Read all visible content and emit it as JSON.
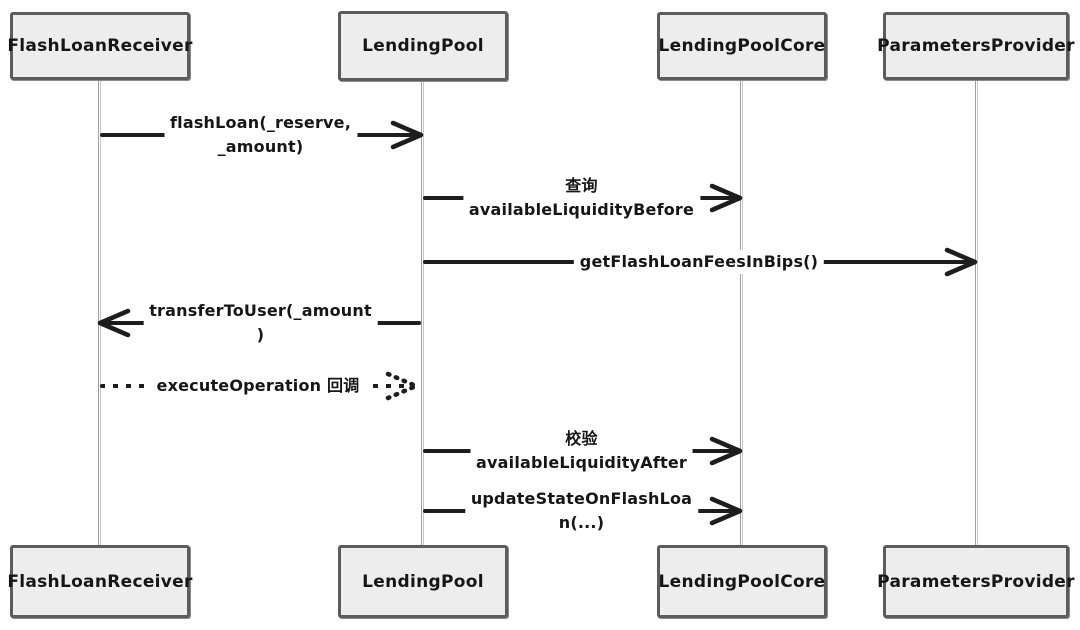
{
  "diagram_type": "uml-sequence",
  "colors": {
    "background": "#ffffff",
    "box_fill": "#ededed",
    "box_border": "#5c5c5c",
    "line": "#1d1d1d",
    "lifeline": "#9f9f9f"
  },
  "participants": [
    {
      "label": "FlashLoanReceiver"
    },
    {
      "label": "LendingPool"
    },
    {
      "label": "LendingPoolCore"
    },
    {
      "label": "ParametersProvider"
    }
  ],
  "messages": [
    {
      "from": "FlashLoanReceiver",
      "to": "LendingPool",
      "style": "solid",
      "direction": "right",
      "lines": [
        "flashLoan(_reserve,",
        "_amount)"
      ]
    },
    {
      "from": "LendingPool",
      "to": "LendingPoolCore",
      "style": "solid",
      "direction": "right",
      "lines": [
        "查询",
        "availableLiquidityBefore"
      ]
    },
    {
      "from": "LendingPool",
      "to": "ParametersProvider",
      "style": "solid",
      "direction": "right",
      "lines": [
        "getFlashLoanFeesInBips()"
      ]
    },
    {
      "from": "LendingPool",
      "to": "FlashLoanReceiver",
      "style": "solid",
      "direction": "left",
      "lines": [
        "transferToUser(_amount",
        ")"
      ]
    },
    {
      "from": "FlashLoanReceiver",
      "to": "LendingPool",
      "style": "dashed",
      "direction": "right",
      "lines": [
        "executeOperation 回调"
      ]
    },
    {
      "from": "LendingPool",
      "to": "LendingPoolCore",
      "style": "solid",
      "direction": "right",
      "lines": [
        "校验",
        "availableLiquidityAfter"
      ]
    },
    {
      "from": "LendingPool",
      "to": "LendingPoolCore",
      "style": "solid",
      "direction": "right",
      "lines": [
        "updateStateOnFlashLoa",
        "n(...)"
      ]
    }
  ]
}
